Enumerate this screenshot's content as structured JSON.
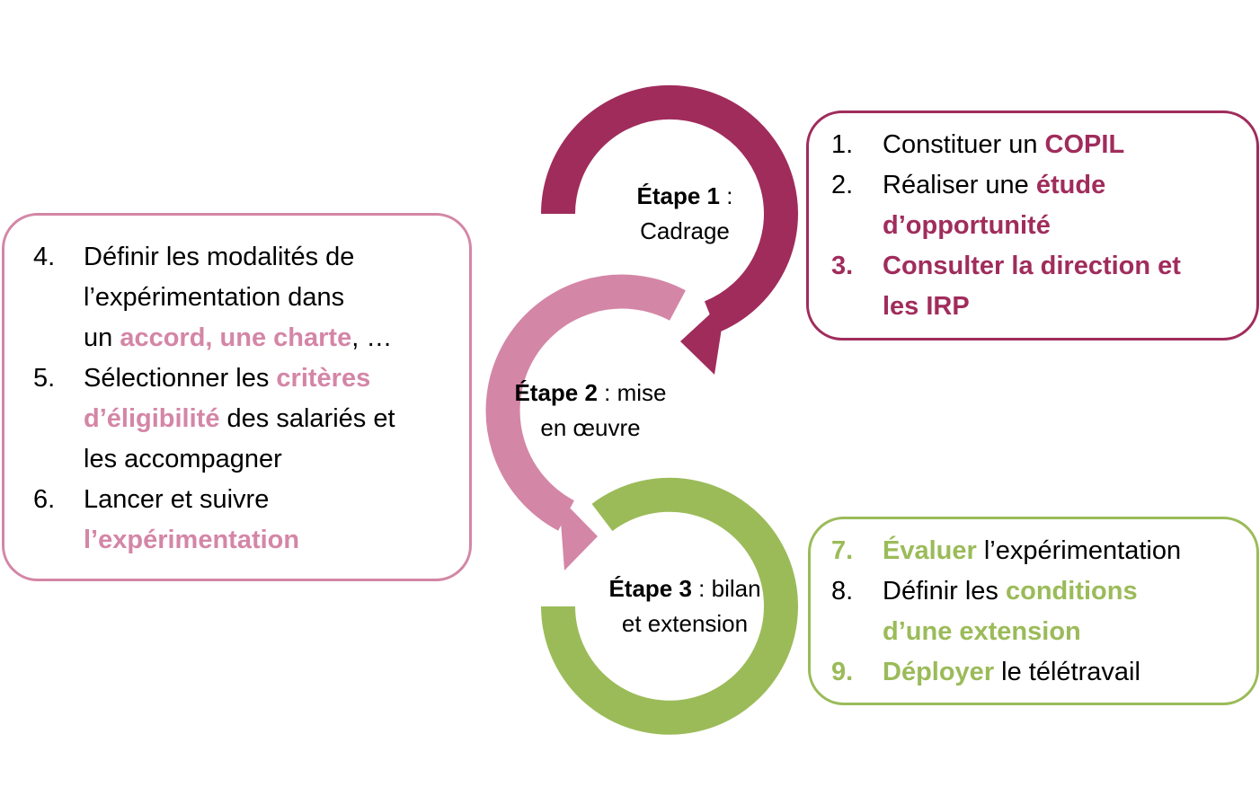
{
  "colors": {
    "stage1": "#A02C5C",
    "stage2": "#D486A6",
    "stage3": "#9BBB59"
  },
  "stages": [
    {
      "bold": "Étape 1",
      "rest": " :",
      "line2": "Cadrage"
    },
    {
      "bold": "Étape 2",
      "rest": " : mise",
      "line2": "en œuvre"
    },
    {
      "bold": "Étape 3",
      "rest": " : bilan",
      "line2": "et extension"
    }
  ],
  "boxes": [
    {
      "stage": "stage1",
      "items": [
        {
          "num": "1.",
          "num_bold": false,
          "lines": [
            [
              [
                "Constituer un ",
                false
              ],
              [
                "COPIL",
                true
              ]
            ]
          ]
        },
        {
          "num": "2.",
          "num_bold": false,
          "lines": [
            [
              [
                "Réaliser une ",
                false
              ],
              [
                "étude",
                true
              ]
            ],
            [
              [
                "d’opportunité",
                true
              ]
            ]
          ]
        },
        {
          "num": "3.",
          "num_bold": true,
          "lines": [
            [
              [
                "Consulter la direction et",
                true
              ]
            ],
            [
              [
                "les IRP",
                true
              ]
            ]
          ]
        }
      ]
    },
    {
      "stage": "stage2",
      "items": [
        {
          "num": "4.",
          "num_bold": false,
          "lines": [
            [
              [
                "Définir les modalités de",
                false
              ]
            ],
            [
              [
                "l’expérimentation dans",
                false
              ]
            ],
            [
              [
                "un ",
                false
              ],
              [
                "accord, une charte",
                true
              ],
              [
                ", …",
                false
              ]
            ]
          ]
        },
        {
          "num": "5.",
          "num_bold": false,
          "lines": [
            [
              [
                "Sélectionner les ",
                false
              ],
              [
                "critères",
                true
              ]
            ],
            [
              [
                "d’éligibilité",
                true
              ],
              [
                " des salariés et",
                false
              ]
            ],
            [
              [
                "les accompagner",
                false
              ]
            ]
          ]
        },
        {
          "num": "6.",
          "num_bold": false,
          "lines": [
            [
              [
                "Lancer et suivre",
                false
              ]
            ],
            [
              [
                "l’expérimentation",
                true
              ]
            ]
          ]
        }
      ]
    },
    {
      "stage": "stage3",
      "items": [
        {
          "num": "7.",
          "num_bold": true,
          "lines": [
            [
              [
                "Évaluer",
                true
              ],
              [
                " l’expérimentation",
                false
              ]
            ]
          ]
        },
        {
          "num": "8.",
          "num_bold": false,
          "lines": [
            [
              [
                "Définir les ",
                false
              ],
              [
                "conditions",
                true
              ]
            ],
            [
              [
                "d’une extension",
                true
              ]
            ]
          ]
        },
        {
          "num": "9.",
          "num_bold": true,
          "lines": [
            [
              [
                "Déployer",
                true
              ],
              [
                " le télétravail",
                false
              ]
            ]
          ]
        }
      ]
    }
  ]
}
